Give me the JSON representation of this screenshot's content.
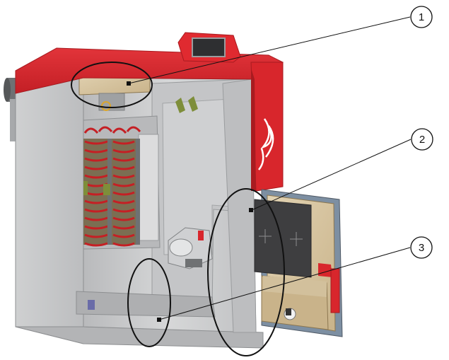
{
  "callouts": [
    {
      "number": "1"
    },
    {
      "number": "2"
    },
    {
      "number": "3"
    }
  ],
  "colors": {
    "casing_red": "#d8262c",
    "casing_red_dark": "#a81b20",
    "body_grey": "#c9cacb",
    "body_grey_dark": "#9ea0a2",
    "heat_coil": "#c51f24",
    "door_tan": "#d8c6a3",
    "insulation_dark": "#3e3e40",
    "outline": "#111111"
  },
  "icons": [
    "boiler-illustration",
    "control-panel-display",
    "flame-logo",
    "heat-exchanger-coils",
    "burner",
    "door-handle",
    "door-peephole"
  ]
}
